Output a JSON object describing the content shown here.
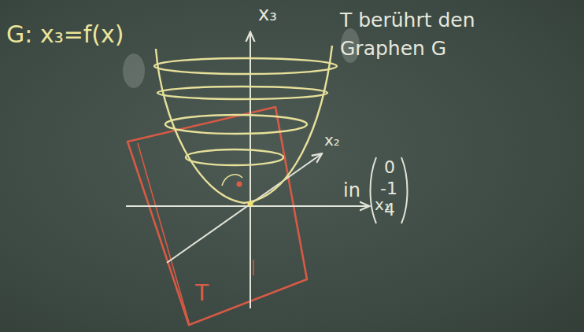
{
  "diagram": {
    "labels": [
      "G: x₃=f(x)",
      "x₃",
      "x₂",
      "x₁",
      "T",
      "T berührt den Graphen G",
      "in",
      "0",
      "-1",
      "4"
    ]
  }
}
